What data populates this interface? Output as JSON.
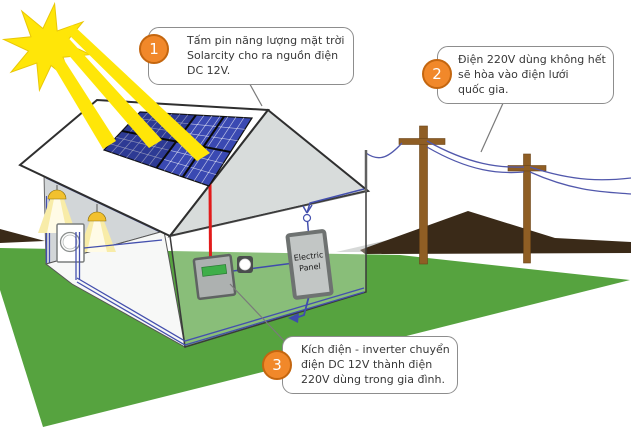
{
  "callouts": [
    {
      "number": "1",
      "text": "Tấm pin năng lượng mặt trời Solarcity cho ra nguồn điện DC 12V.",
      "lines": [
        "Tấm pin năng lượng mặt trời",
        "Solarcity cho ra nguồn điện",
        "DC 12V."
      ]
    },
    {
      "number": "2",
      "text": "Điện 220V dùng không hết sẽ hòa vào điện lưới quốc gia.",
      "lines": [
        "Điện 220V dùng không hết",
        "sẽ hòa vào điện lưới",
        "quốc gia."
      ]
    },
    {
      "number": "3",
      "text": "Kích điện - inverter chuyển điện DC 12V thành điện 220V dùng trong gia đình.",
      "lines": [
        "Kích điện - inverter chuyển",
        "điện DC 12V thành điện",
        "220V dùng trong gia đình."
      ]
    }
  ],
  "equipment_labels": {
    "electric_panel": [
      "Electric",
      "Panel"
    ]
  },
  "icons": {
    "sun": "8-point-star-burst",
    "sun_rays": "three-yellow-beams",
    "solar_panel": "blue-grid-parallelogram",
    "pendant_lamp": "yellow-shade-with-light-cone",
    "washing_machine": "white-box-round-door",
    "inverter": "gray-box-green-display",
    "power_socket": "dark-square-white-circle",
    "electric_panel": "gray-breaker-box",
    "utility_pole": "brown-cross-pole",
    "junction_insulator": "small-white-circle"
  },
  "colors": {
    "sun": "#FFE608",
    "grass": "#56A33F",
    "solar_panel": "#3A49B2",
    "dc_wire": "#E21B1B",
    "ac_wire": "#3F4BAD",
    "mountain": "#3A2A18",
    "pole": "#8F5E24",
    "callout_badge": "#F1882A",
    "callout_border": "#8D8D8D"
  }
}
